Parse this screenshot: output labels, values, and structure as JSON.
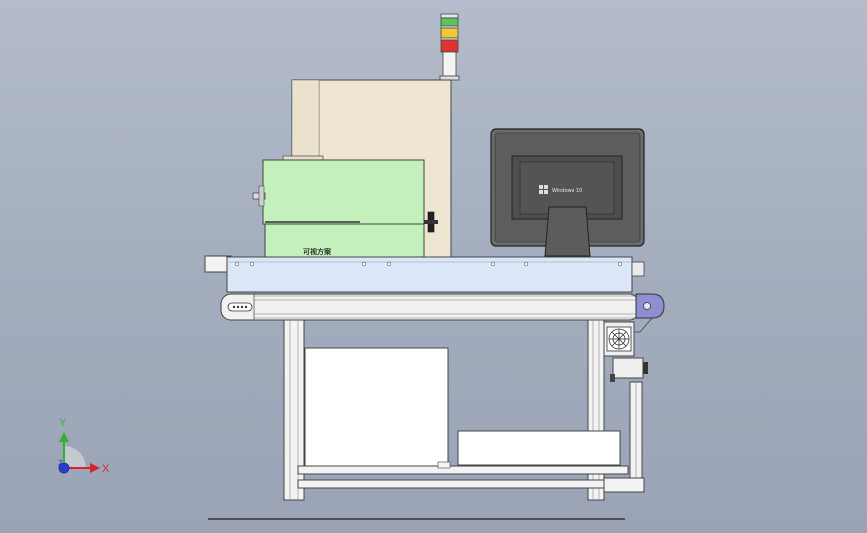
{
  "monitor": {
    "os_label": "Windows 10"
  },
  "machine": {
    "panel_label": "可视方案"
  },
  "triad": {
    "x_label": "X",
    "y_label": "Y",
    "z_label": "Z"
  },
  "colors": {
    "cabinet": "#efe6d2",
    "green_panel": "#c3f0bb",
    "conveyor": "#dbe6f8",
    "tower_green": "#5bc65b",
    "tower_yellow": "#f0c93a",
    "tower_red": "#e0352f",
    "end_cap": "#8e8fd0"
  }
}
